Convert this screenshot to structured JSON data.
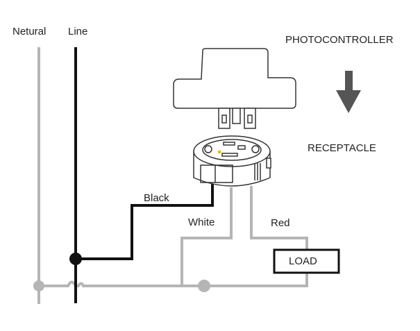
{
  "labels": {
    "neutral": "Netural",
    "line": "Line",
    "photocontroller": "PHOTOCONTROLLER",
    "receptacle": "RECEPTACLE",
    "black": "Black",
    "white": "White",
    "red": "Red",
    "load": "LOAD"
  },
  "colors": {
    "black_wire": "#111111",
    "gray_wire": "#b5b5b5",
    "arrow": "#555555",
    "device_outline": "#333333"
  }
}
